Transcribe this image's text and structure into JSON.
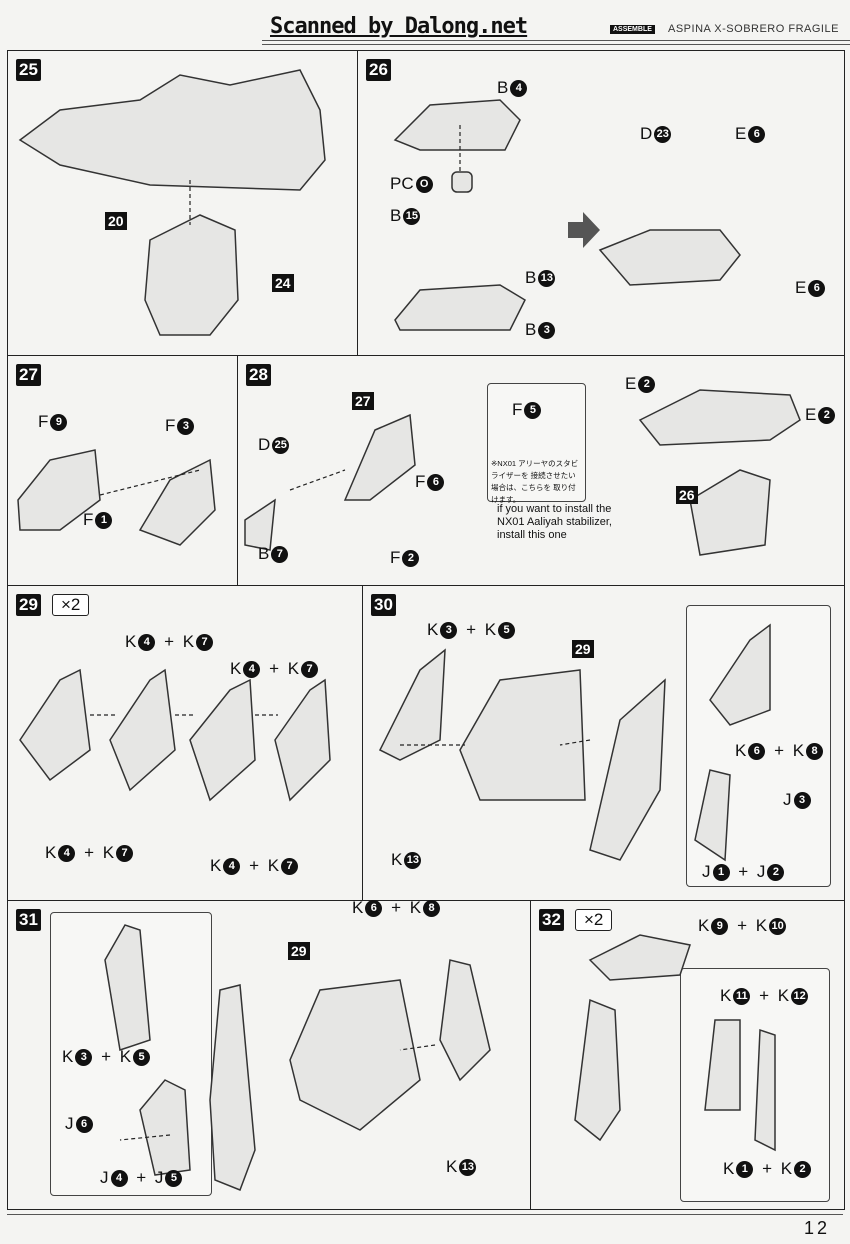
{
  "header": {
    "scanned": "Scanned by Dalong.net",
    "badge": "ASSEMBLE",
    "title": "ASPINA X-SOBRERO FRAGILE"
  },
  "page_number": "12",
  "plus": "+",
  "steps": {
    "s25": {
      "no": "25",
      "boxes": [
        "20",
        "24"
      ]
    },
    "s26": {
      "no": "26",
      "labels": [
        [
          "B",
          "4"
        ],
        [
          "PC",
          "O"
        ],
        [
          "B",
          "15"
        ],
        [
          "B",
          "13"
        ],
        [
          "B",
          "3"
        ],
        [
          "D",
          "23"
        ],
        [
          "E",
          "6"
        ],
        [
          "E",
          "6"
        ]
      ]
    },
    "s27": {
      "no": "27",
      "labels": [
        [
          "F",
          "9"
        ],
        [
          "F",
          "3"
        ],
        [
          "F",
          "1"
        ]
      ]
    },
    "s28": {
      "no": "28",
      "boxes": [
        "27",
        "26"
      ],
      "labels": [
        [
          "D",
          "25"
        ],
        [
          "B",
          "7"
        ],
        [
          "F",
          "6"
        ],
        [
          "F",
          "2"
        ],
        [
          "F",
          "5"
        ],
        [
          "E",
          "2"
        ],
        [
          "E",
          "2"
        ]
      ],
      "note_jp": "※NX01 アリーヤのスタビライザーを 接続させたい場合は、こちらを 取り付けます。",
      "note_en": "if you want to install the NX01 Aaliyah stabilizer, install this one"
    },
    "s29": {
      "no": "29",
      "mult": "×2",
      "combos": [
        [
          "K",
          "4",
          "K",
          "7"
        ],
        [
          "K",
          "4",
          "K",
          "7"
        ],
        [
          "K",
          "4",
          "K",
          "7"
        ],
        [
          "K",
          "4",
          "K",
          "7"
        ]
      ]
    },
    "s30": {
      "no": "30",
      "box": "29",
      "combos": [
        [
          "K",
          "3",
          "K",
          "5"
        ],
        [
          "K",
          "6",
          "K",
          "8"
        ],
        [
          "J",
          "1",
          "J",
          "2"
        ]
      ],
      "labels": [
        [
          "J",
          "3"
        ],
        [
          "K",
          "13"
        ]
      ]
    },
    "s31": {
      "no": "31",
      "box": "29",
      "combos": [
        [
          "K",
          "6",
          "K",
          "8"
        ],
        [
          "K",
          "3",
          "K",
          "5"
        ],
        [
          "J",
          "4",
          "J",
          "5"
        ]
      ],
      "labels": [
        [
          "J",
          "6"
        ],
        [
          "K",
          "13"
        ]
      ]
    },
    "s32": {
      "no": "32",
      "mult": "×2",
      "combos": [
        [
          "K",
          "9",
          "K",
          "10"
        ],
        [
          "K",
          "11",
          "K",
          "12"
        ],
        [
          "K",
          "1",
          "K",
          "2"
        ]
      ]
    }
  }
}
